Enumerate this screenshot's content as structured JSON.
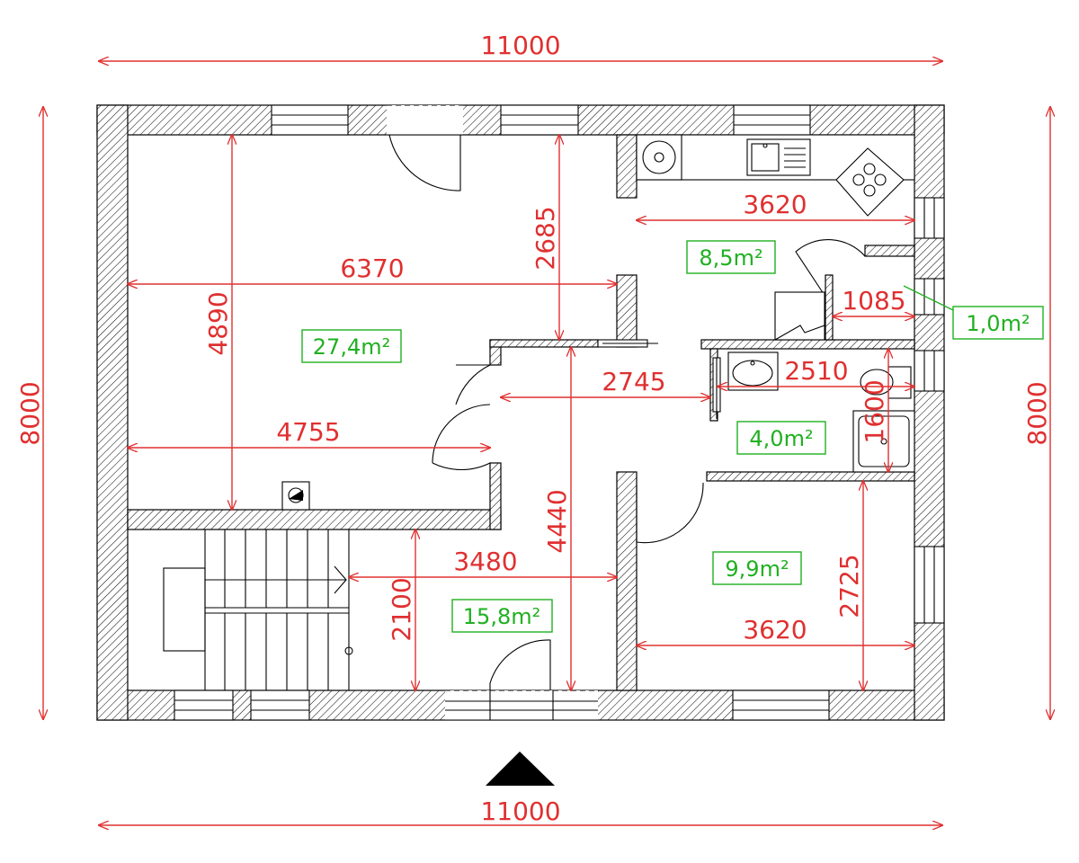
{
  "dimensions": {
    "overall_width_top": "11000",
    "overall_width_bottom": "11000",
    "overall_height_left": "8000",
    "overall_height_right": "8000",
    "living_width": "6370",
    "living_height": "4890",
    "living_lower_width": "4755",
    "hall_height_upper": "2685",
    "kitchen_width": "3620",
    "pantry_width": "1085",
    "hall_width": "2745",
    "bathroom_width": "2510",
    "bathroom_height": "1600",
    "hall_height_lower": "4440",
    "stair_width": "3480",
    "stair_height": "2100",
    "bedroom_height": "2725",
    "bedroom_width": "3620"
  },
  "areas": {
    "living": "27,4m²",
    "kitchen": "8,5m²",
    "pantry": "1,0m²",
    "bathroom": "4,0m²",
    "hall": "15,8m²",
    "bedroom": "9,9m²"
  },
  "icons": {
    "entrance": "north-arrow-triangle-icon",
    "stove": "stove-icon",
    "sink": "kitchen-sink-icon",
    "washbasin": "washbasin-icon",
    "toilet": "toilet-icon",
    "bathtub": "bathtub-icon",
    "chimney": "chimney-icon"
  },
  "colors": {
    "dimension": "#e03030",
    "area_label": "#20b020",
    "wall": "#000000"
  }
}
